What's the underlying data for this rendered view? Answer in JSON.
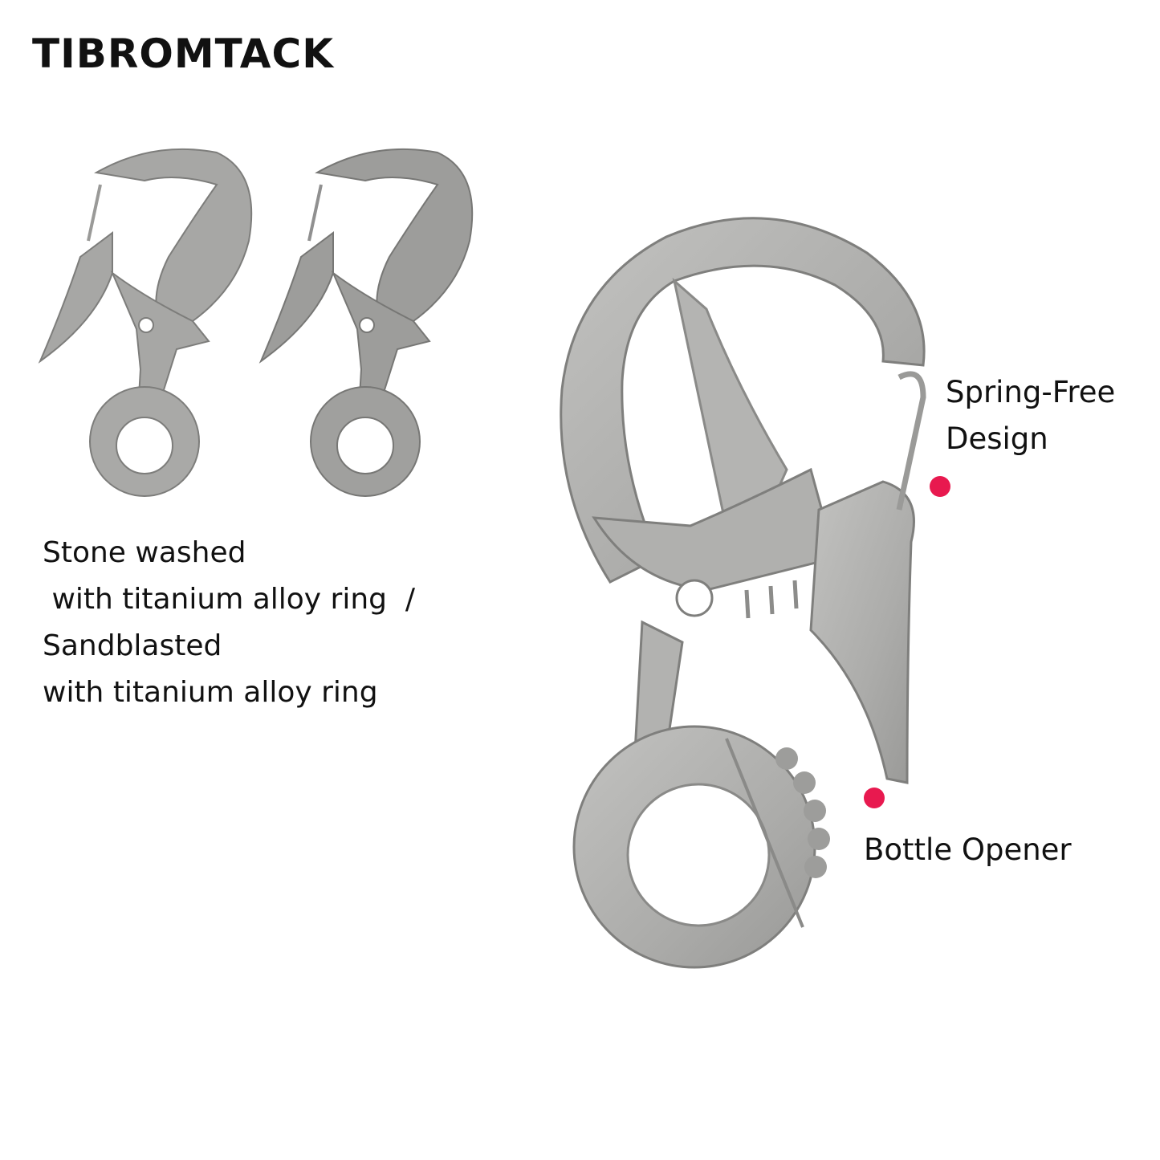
{
  "brand": "TIBROMTACK",
  "variants_text": [
    "Stone washed",
    " with titanium alloy ring  /",
    "Sandblasted",
    "with titanium alloy ring"
  ],
  "callouts": {
    "spring_free": [
      "Spring-Free",
      "Design"
    ],
    "bottle_opener": [
      "Bottle Opener"
    ]
  },
  "colors": {
    "accent_dot": "#e8194f",
    "metal_light": "#b8b8b6",
    "metal_mid": "#a3a3a1",
    "metal_dark": "#8c8c8a"
  }
}
